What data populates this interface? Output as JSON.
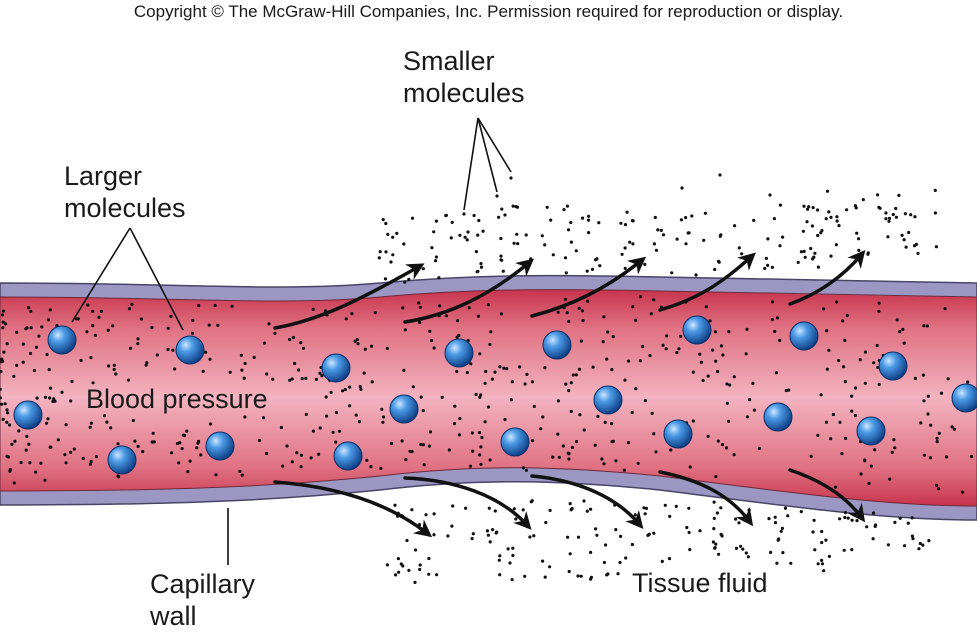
{
  "copyright": "Copyright © The McGraw-Hill Companies, Inc. Permission required for reproduction or display.",
  "labels": {
    "smaller_molecules": {
      "line1": "Smaller",
      "line2": "molecules"
    },
    "larger_molecules": {
      "line1": "Larger",
      "line2": "molecules"
    },
    "blood_pressure": "Blood pressure",
    "capillary_wall": {
      "line1": "Capillary",
      "line2": "wall"
    },
    "tissue_fluid": "Tissue fluid"
  },
  "colors": {
    "vessel_wall": "#9c96c2",
    "vessel_wall_edge": "#4a4468",
    "blood_center": "#f3b3c0",
    "blood_edge": "#c7344c",
    "large_molecule": "#1f6fc2",
    "small_molecule": "#111111",
    "arrow": "#111111"
  },
  "icons": {
    "large_molecule": "blue-sphere-icon",
    "small_molecule": "dot-icon",
    "flow_arrow": "curved-arrow-icon"
  }
}
